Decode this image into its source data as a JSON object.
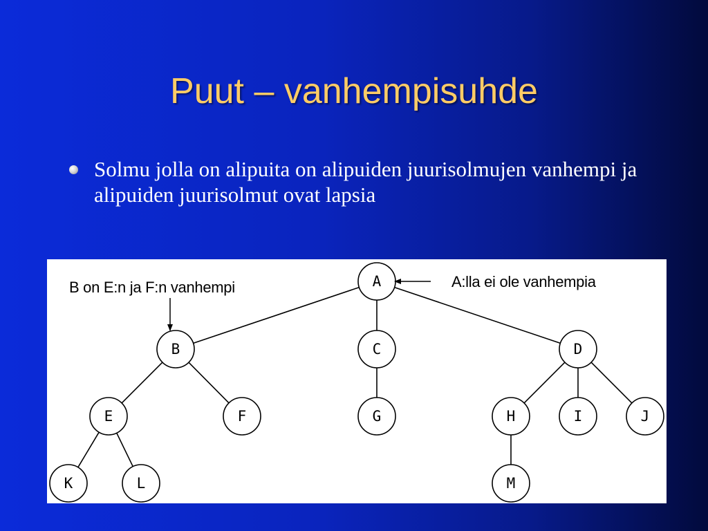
{
  "slide": {
    "title": "Puut – vanhempisuhde",
    "bullets": [
      "Solmu jolla on alipuita on alipuiden juurisolmujen vanhempi ja alipuiden juurisolmut ovat lapsia"
    ]
  },
  "diagram": {
    "annotations": {
      "b_parent": "B on E:n ja F:n vanhempi",
      "a_no_parent": "A:lla ei ole vanhempia"
    },
    "nodes": [
      {
        "id": "A",
        "label": "A"
      },
      {
        "id": "B",
        "label": "B"
      },
      {
        "id": "C",
        "label": "C"
      },
      {
        "id": "D",
        "label": "D"
      },
      {
        "id": "E",
        "label": "E"
      },
      {
        "id": "F",
        "label": "F"
      },
      {
        "id": "G",
        "label": "G"
      },
      {
        "id": "H",
        "label": "H"
      },
      {
        "id": "I",
        "label": "I"
      },
      {
        "id": "J",
        "label": "J"
      },
      {
        "id": "K",
        "label": "K"
      },
      {
        "id": "L",
        "label": "L"
      },
      {
        "id": "M",
        "label": "M"
      }
    ],
    "edges": [
      [
        "A",
        "B"
      ],
      [
        "A",
        "C"
      ],
      [
        "A",
        "D"
      ],
      [
        "B",
        "E"
      ],
      [
        "B",
        "F"
      ],
      [
        "C",
        "G"
      ],
      [
        "D",
        "H"
      ],
      [
        "D",
        "I"
      ],
      [
        "D",
        "J"
      ],
      [
        "E",
        "K"
      ],
      [
        "E",
        "L"
      ],
      [
        "H",
        "M"
      ]
    ]
  }
}
